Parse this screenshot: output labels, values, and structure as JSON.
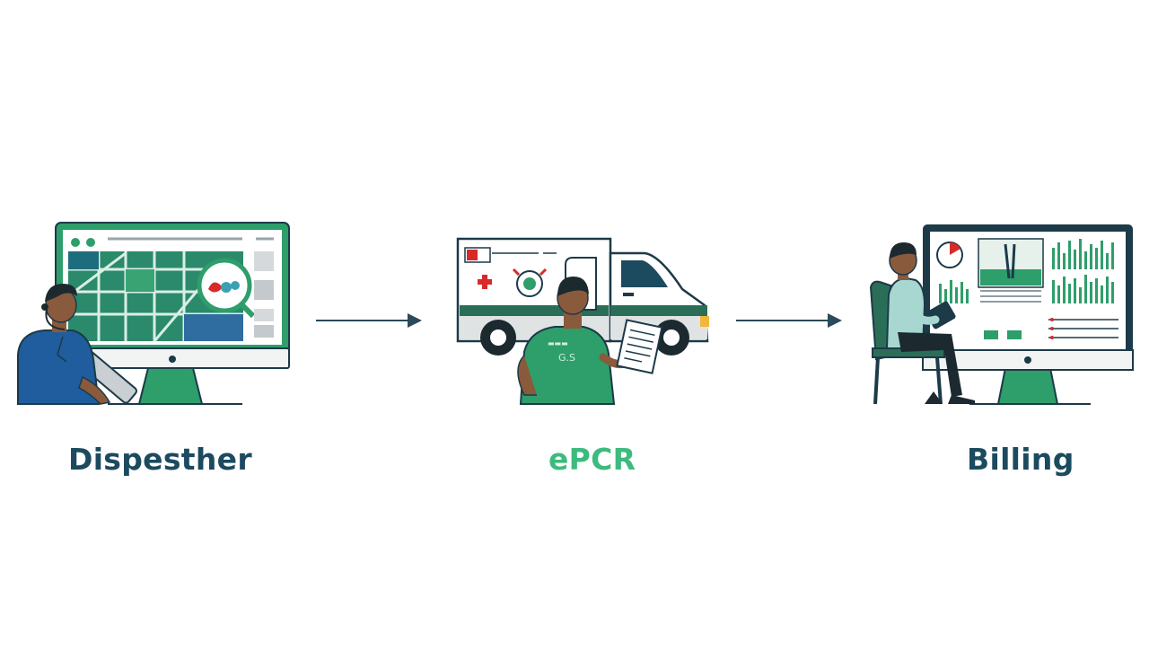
{
  "steps": [
    {
      "label": "Dispesther"
    },
    {
      "label": "ePCR"
    },
    {
      "label": "Billing"
    }
  ],
  "truck_shirt_text": "G.S",
  "colors": {
    "navy": "#1c4a5e",
    "green": "#2e9e6a",
    "light_green": "#3dbb7e",
    "arrow": "#2b4a5c",
    "red_cross": "#d62b2b"
  },
  "icons": [
    "dispatcher-monitor-icon",
    "ambulance-icon",
    "billing-analyst-icon",
    "arrow-right-icon"
  ]
}
